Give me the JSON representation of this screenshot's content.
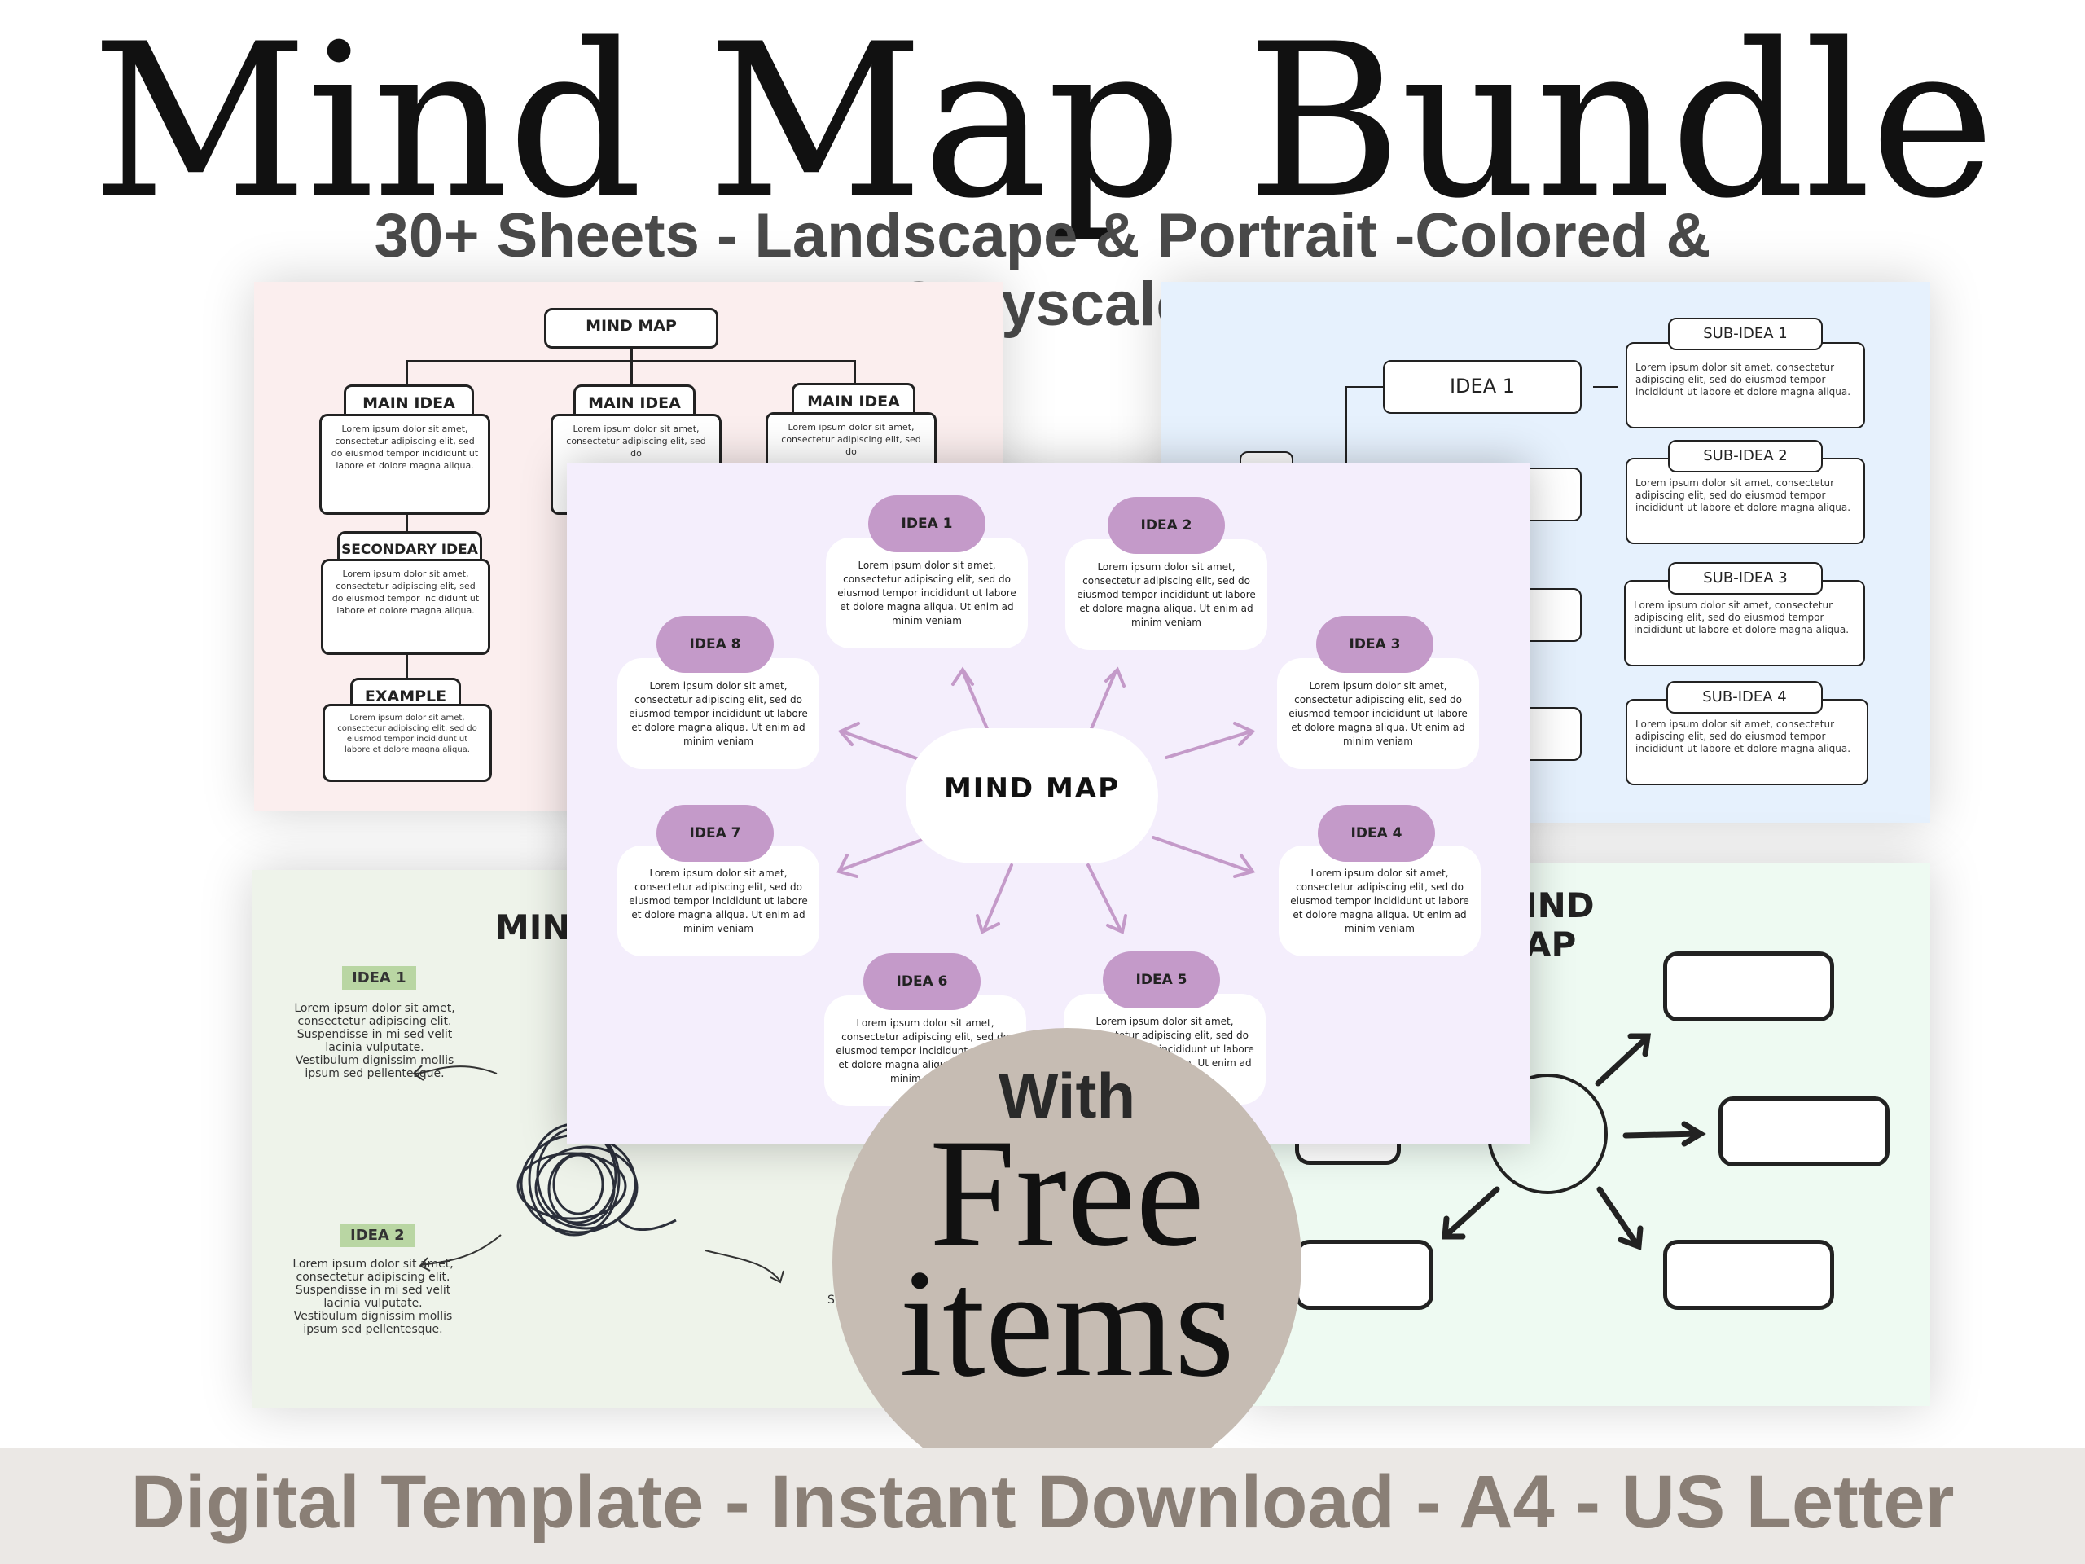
{
  "title": "Mind Map Bundle",
  "subtitle": "30+ Sheets - Landscape & Portrait -Colored & Grayscale",
  "bottom_text": "Digital Template - Instant Download - A4 - US Letter",
  "badge": {
    "line1": "With",
    "line2": "Free",
    "line3": "items"
  },
  "colors": {
    "pink_sheet": "#fbeeee",
    "blue_sheet": "#e6f1fd",
    "green_sheet": "#eef3ea",
    "mint_sheet": "#eefaf2",
    "purple_sheet": "#f4eefc",
    "cloud": "#c49ac9",
    "badge": "#c6bcb3",
    "bottom_bar": "#ebe8e5"
  },
  "sheet_pink": {
    "root": "MIND MAP",
    "main": [
      "MAIN IDEA",
      "MAIN IDEA",
      "MAIN IDEA"
    ],
    "secondary": "SECONDARY IDEA",
    "example": "EXAMPLE",
    "lorem": "Lorem ipsum dolor sit amet, consectetur adipiscing elit, sed do eiusmod tempor incididunt ut labore et dolore magna aliqua.",
    "lorem_short": "Lorem ipsum dolor sit amet, consectetur adipiscing elit, sed do"
  },
  "sheet_blue": {
    "idea": "IDEA 1",
    "subs": [
      "SUB-IDEA 1",
      "SUB-IDEA 2",
      "SUB-IDEA 3",
      "SUB-IDEA 4"
    ],
    "lorem": "Lorem ipsum dolor sit amet, consectetur adipiscing elit, sed do eiusmod tempor incididunt ut labore et dolore magna aliqua."
  },
  "sheet_green": {
    "title": "MIN",
    "idea1": "IDEA 1",
    "idea2": "IDEA 2",
    "lorem": "Lorem ipsum dolor sit amet, consectetur adipiscing elit. Suspendisse in mi sed velit lacinia vulputate. Vestibulum dignissim mollis ipsum sed pellentesque.",
    "fragment": "Su"
  },
  "sheet_mint": {
    "title_line1": "IND",
    "title_line2": "AP"
  },
  "sheet_purple": {
    "center": "MIND MAP",
    "ideas": [
      "IDEA 1",
      "IDEA 2",
      "IDEA 3",
      "IDEA 4",
      "IDEA 5",
      "IDEA 6",
      "IDEA 7",
      "IDEA 8"
    ],
    "lorem": "Lorem ipsum dolor sit amet, consectetur adipiscing elit, sed do eiusmod tempor incididunt ut labore et dolore magna aliqua. Ut enim ad minim veniam"
  }
}
